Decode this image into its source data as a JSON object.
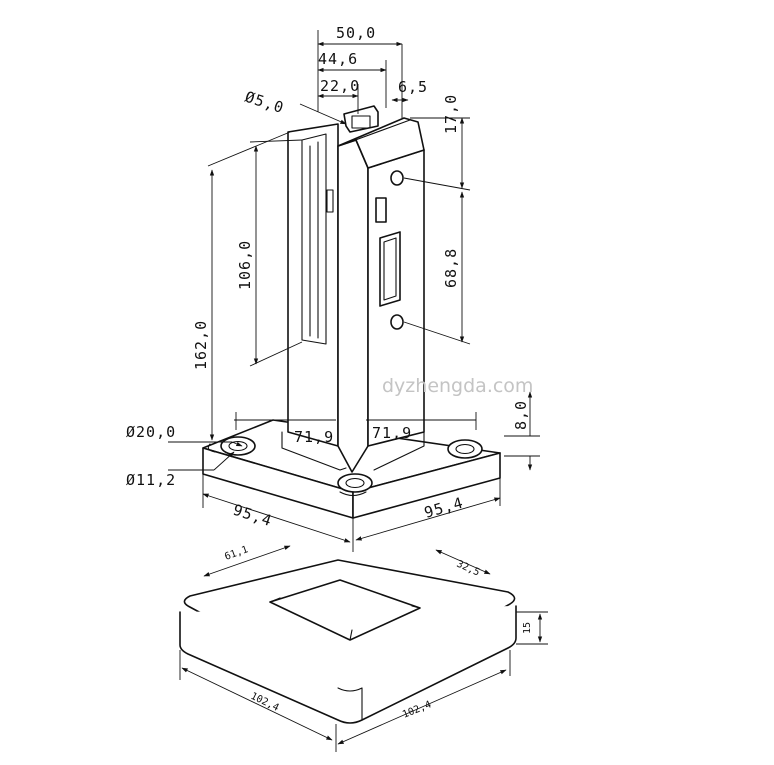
{
  "watermark": "dyzhengda.com",
  "dimensions": {
    "width_top": "50,0",
    "clamp_width": "44,6",
    "slot_width": "22,0",
    "hole_diameter": "Ø5,0",
    "wall": "6,5",
    "top_offset": "17,0",
    "hole_spacing": "68,8",
    "clamp_height": "106,0",
    "total_height": "162,0",
    "flange_hole": "Ø20,0",
    "bolt_hole": "Ø11,2",
    "base_thickness": "8,0",
    "body_depth": "71,9",
    "body_width": "71,9",
    "base_depth": "95,4",
    "base_width": "95,4",
    "cover_inner_a": "61,1",
    "cover_inner_b": "32,5",
    "cover_height": "15",
    "cover_depth": "102,4",
    "cover_width": "102,4"
  }
}
